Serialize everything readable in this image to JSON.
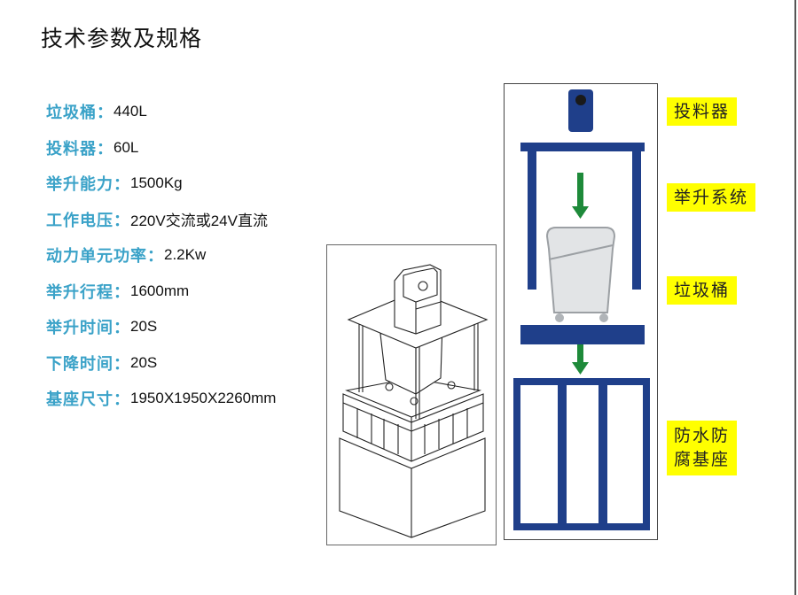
{
  "title": "技术参数及规格",
  "specs": [
    {
      "label": "垃圾桶：",
      "value": "440L"
    },
    {
      "label": "投料器：",
      "value": "60L"
    },
    {
      "label": "举升能力：",
      "value": "1500Kg"
    },
    {
      "label": "工作电压：",
      "value": "220V交流或24V直流"
    },
    {
      "label": "动力单元功率：",
      "value": "2.2Kw"
    },
    {
      "label": "举升行程：",
      "value": "1600mm"
    },
    {
      "label": "举升时间：",
      "value": "20S"
    },
    {
      "label": "下降时间：",
      "value": "20S"
    },
    {
      "label": "基座尺寸：",
      "value": "1950X1950X2260mm"
    }
  ],
  "diagram": {
    "labels": {
      "feeder": "投料器",
      "lift_system": "举升系统",
      "bin": "垃圾桶",
      "base_line1": "防水防",
      "base_line2": "腐基座"
    }
  },
  "colors": {
    "label_blue": "#3aa2c8",
    "frame_navy": "#1f3f8a",
    "arrow_green": "#1e8a3a",
    "tag_yellow": "#ffff00"
  }
}
